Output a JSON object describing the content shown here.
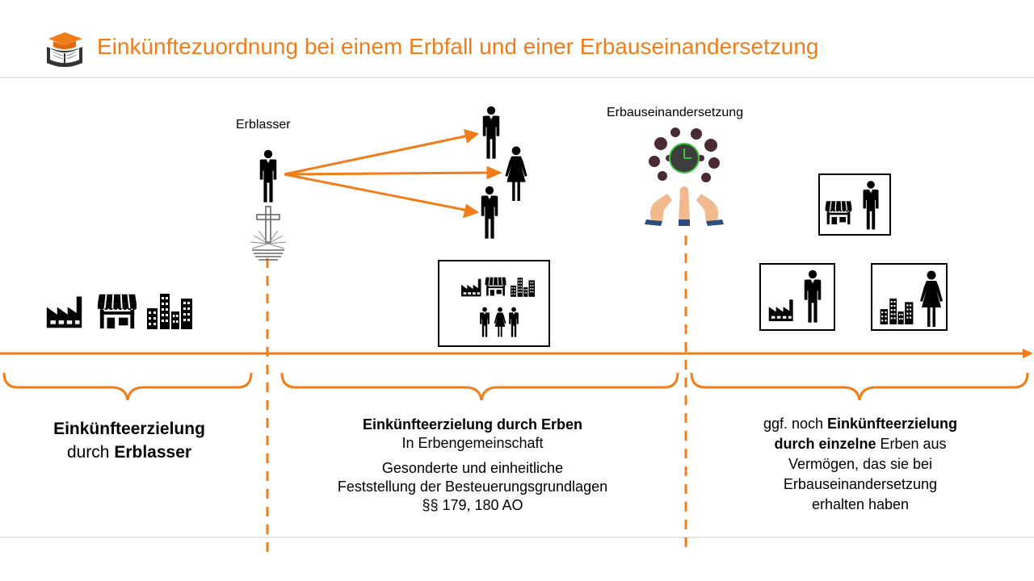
{
  "title": "Einkünftezuordnung bei einem Erbfall und einer Erbauseinandersetzung",
  "labels": {
    "erblasser": "Erblasser",
    "erbauseinandersetzung": "Erbauseinandersetzung"
  },
  "phase1": {
    "line1": "Einkünfteerzielung",
    "line2_pre": "durch ",
    "line2_bold": "Erblasser"
  },
  "phase2": {
    "bold": "Einkünfteerzielung  durch Erben",
    "line2": "In Erbengemeinschaft",
    "line3": "Gesonderte und einheitliche",
    "line4": "Feststellung der Besteuerungsgrundlagen",
    "line5": "§§ 179, 180 AO"
  },
  "phase3": {
    "l1_pre": "ggf. noch ",
    "l1_bold": "Einkünfteerzielung",
    "l2_bold": "durch einzelne",
    "l2_post": " Erben aus",
    "line3": "Vermögen, das sie bei",
    "line4": "Erbauseinandersetzung",
    "line5": "erhalten haben"
  },
  "colors": {
    "accent": "#F07D1A",
    "divider": "#E4E4E4",
    "icon": "#000000"
  }
}
